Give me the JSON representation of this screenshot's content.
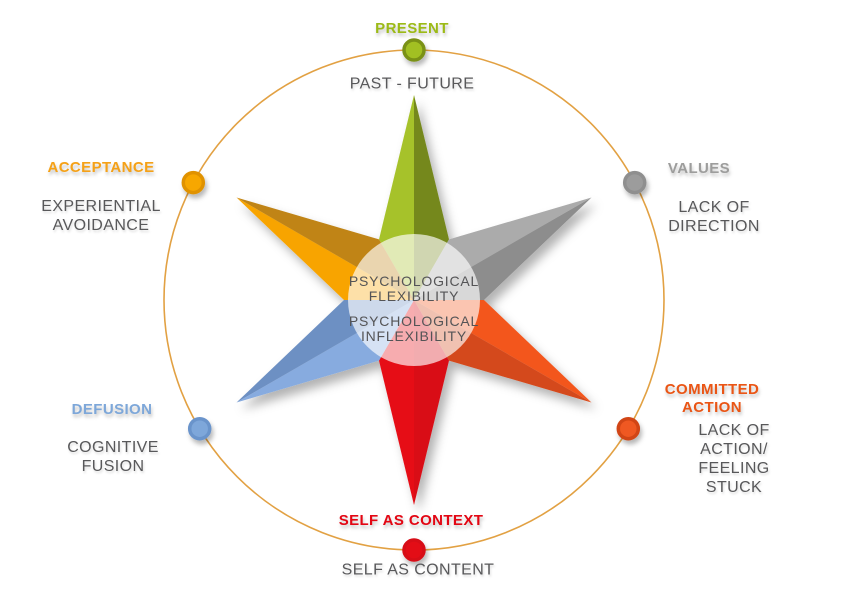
{
  "diagram": {
    "type": "hexaflex-star",
    "ring_color": "#E2A143",
    "center": {
      "flexibility": "PSYCHOLOGICAL\nFLEXIBILITY",
      "inflexibility": "PSYCHOLOGICAL\nINFLEXIBILITY",
      "overlay_color": "#FFFFFF"
    },
    "spokes": [
      {
        "id": "present",
        "label": "PRESENT",
        "sublabel": "PAST - FUTURE",
        "label_color": "#9CBA16",
        "dot_fill": "#A2C020",
        "dot_ring": "#7A9117",
        "point_light": "#A6C22C",
        "point_dark": "#75881D"
      },
      {
        "id": "values",
        "label": "VALUES",
        "sublabel": "LACK OF\nDIRECTION",
        "label_color": "#9D9D9C",
        "dot_fill": "#9C9C9C",
        "dot_ring": "#8F8F8F",
        "point_light": "#ABABAB",
        "point_dark": "#8D8D8D"
      },
      {
        "id": "committed-action",
        "label": "COMMITTED\nACTION",
        "sublabel": "LACK OF ACTION/\nFEELING STUCK",
        "label_color": "#EA5515",
        "dot_fill": "#EF5921",
        "dot_ring": "#D14414",
        "point_light": "#F3571F",
        "point_dark": "#D4491B"
      },
      {
        "id": "self-as-context",
        "label": "SELF AS CONTEXT",
        "sublabel": "SELF AS CONTENT",
        "label_color": "#E30613",
        "dot_fill": "#E30B17",
        "dot_ring": "#D70A15",
        "point_light": "#E60D18",
        "point_dark": "#D90F18"
      },
      {
        "id": "defusion",
        "label": "DEFUSION",
        "sublabel": "COGNITIVE\nFUSION",
        "label_color": "#7DA7D9",
        "dot_fill": "#7EA7DA",
        "dot_ring": "#6B94CB",
        "point_light": "#87ABDF",
        "point_dark": "#6D90C3"
      },
      {
        "id": "acceptance",
        "label": "ACCEPTANCE",
        "sublabel": "EXPERIENTIAL\nAVOIDANCE",
        "label_color": "#F5A117",
        "dot_fill": "#F7A700",
        "dot_ring": "#E09200",
        "point_light": "#F8A400",
        "point_dark": "#C08414"
      }
    ]
  }
}
